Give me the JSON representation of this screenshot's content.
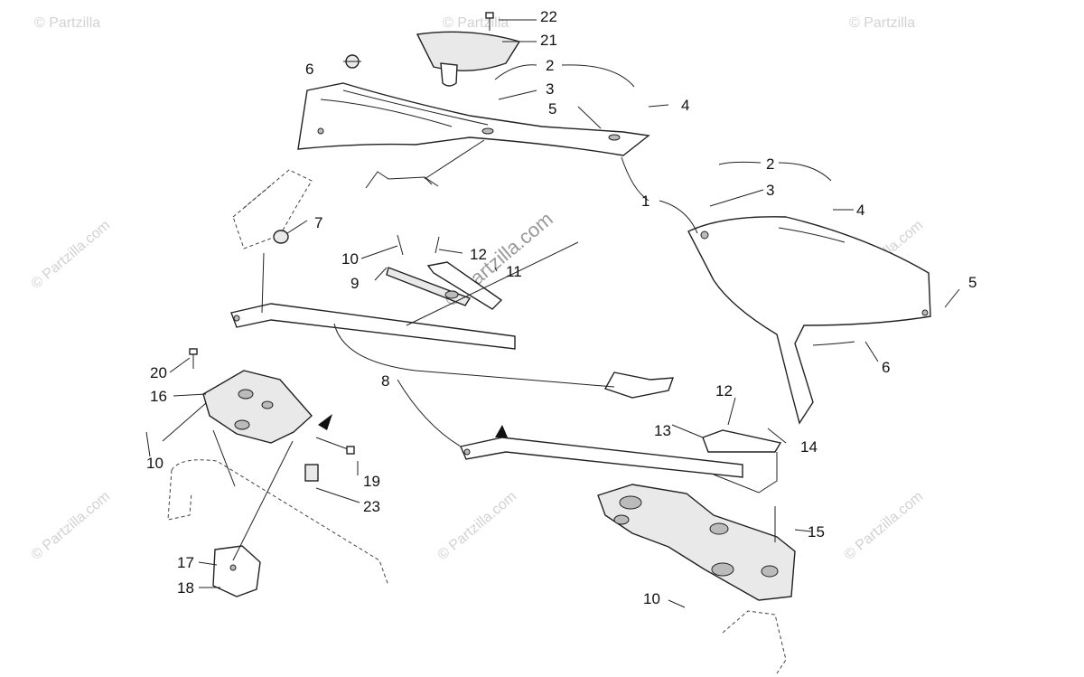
{
  "watermark": {
    "corner_text": "© Partzilla",
    "diagonal_text": "© Partzilla.com",
    "center_text": "© Partzilla.com"
  },
  "callouts": {
    "c1": "1",
    "c2a": "2",
    "c2b": "2",
    "c3a": "3",
    "c3b": "3",
    "c4a": "4",
    "c4b": "4",
    "c5a": "5",
    "c5b": "5",
    "c6a": "6",
    "c6b": "6",
    "c7": "7",
    "c8": "8",
    "c9": "9",
    "c10a": "10",
    "c10b": "10",
    "c10c": "10",
    "c11": "11",
    "c12a": "12",
    "c12b": "12",
    "c13": "13",
    "c14": "14",
    "c15": "15",
    "c16": "16",
    "c17": "17",
    "c18": "18",
    "c19": "19",
    "c20": "20",
    "c21": "21",
    "c22": "22",
    "c23": "23"
  }
}
